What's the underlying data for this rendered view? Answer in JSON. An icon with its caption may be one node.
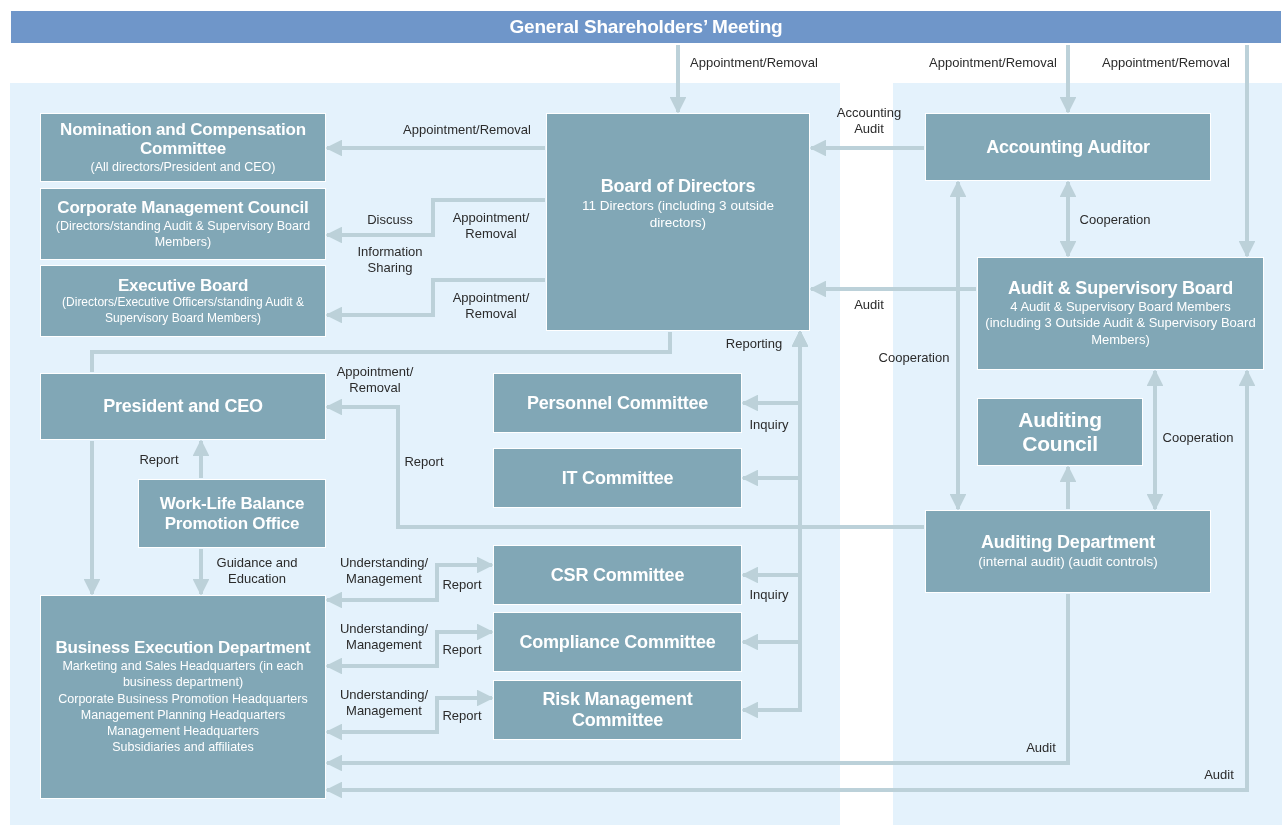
{
  "diagram": {
    "nodes": [
      {
        "text": [
          "General Shareholders’ Meeting"
        ]
      },
      {
        "text": [
          "Nomination and Compensation Committee",
          "(All directors/President and CEO)"
        ]
      },
      {
        "text": [
          "Corporate Management Council",
          "(Directors/standing Audit & Supervisory Board Members)"
        ]
      },
      {
        "text": [
          "Executive Board",
          "(Directors/Executive Officers/standing Audit & Supervisory Board Members)"
        ]
      },
      {
        "text": [
          "Board of Directors",
          "11 Directors (including 3 outside directors)"
        ]
      },
      {
        "text": [
          "Accounting Auditor"
        ]
      },
      {
        "text": [
          "Audit & Supervisory Board",
          "4 Audit & Supervisory Board Members (including 3 Outside Audit & Supervisory Board Members)"
        ]
      },
      {
        "text": [
          "President and CEO"
        ]
      },
      {
        "text": [
          "Personnel Committee"
        ]
      },
      {
        "text": [
          "IT Committee"
        ]
      },
      {
        "text": [
          "Auditing Council"
        ]
      },
      {
        "text": [
          "Work-Life Balance Promotion Office"
        ]
      },
      {
        "text": [
          "Auditing Department",
          "(internal audit) (audit controls)"
        ]
      },
      {
        "text": [
          "Business Execution Department",
          "Marketing and Sales Headquarters (in each business department)",
          "Corporate Business Promotion Headquarters",
          "Management Planning Headquarters",
          "Management Headquarters",
          "Subsidiaries and affiliates"
        ]
      },
      {
        "text": [
          "CSR Committee"
        ]
      },
      {
        "text": [
          "Compliance Committee"
        ]
      },
      {
        "text": [
          "Risk Management Committee"
        ]
      }
    ],
    "edges": [
      {
        "from": 0,
        "to": 4,
        "arrow": "to",
        "label": "Appointment/Removal"
      },
      {
        "from": 0,
        "to": 5,
        "arrow": "to",
        "label": "Appointment/Removal"
      },
      {
        "from": 0,
        "to": 6,
        "arrow": "to",
        "label": "Appointment/Removal"
      },
      {
        "from": 4,
        "to": 1,
        "arrow": "to",
        "label": "Appointment/Removal"
      },
      {
        "from": 4,
        "to": 2,
        "arrow": "to",
        "label": "Appointment/ Removal"
      },
      {
        "from": 4,
        "to": 3,
        "arrow": "to",
        "label": "Appointment/ Removal"
      },
      {
        "from": 5,
        "to": 4,
        "arrow": "to",
        "label": "Accounting Audit"
      },
      {
        "from": 6,
        "to": 4,
        "arrow": "to",
        "label": "Audit"
      },
      {
        "from": 5,
        "to": 6,
        "arrow": "both",
        "label": "Cooperation"
      },
      {
        "from": 5,
        "to": 12,
        "arrow": "both",
        "label": "Cooperation"
      },
      {
        "from": 12,
        "to": 10,
        "arrow": "to"
      },
      {
        "from": 6,
        "to": 12,
        "arrow": "both",
        "label": "Cooperation"
      },
      {
        "from": 4,
        "to": 7,
        "arrow": "none",
        "label": "Appointment/ Removal"
      },
      {
        "from": 12,
        "to": 7,
        "arrow": "to",
        "label": "Report"
      },
      {
        "from": 7,
        "to": 13,
        "arrow": "to"
      },
      {
        "from": 11,
        "to": 7,
        "arrow": "to",
        "label": "Report"
      },
      {
        "from": 11,
        "to": 13,
        "arrow": "to",
        "label": "Guidance and Education"
      },
      {
        "from": 4,
        "to": 8,
        "arrow": "both",
        "label": "Inquiry"
      },
      {
        "from": 4,
        "to": 9,
        "arrow": "both"
      },
      {
        "from": 4,
        "to": 14,
        "arrow": "both",
        "label": "Inquiry"
      },
      {
        "from": 4,
        "to": 15,
        "arrow": "both"
      },
      {
        "from": 4,
        "to": 16,
        "arrow": "both"
      },
      {
        "from": 13,
        "to": 14,
        "arrow": "both",
        "label": "Report"
      },
      {
        "from": 13,
        "to": 15,
        "arrow": "both",
        "label": "Report"
      },
      {
        "from": 13,
        "to": 16,
        "arrow": "both",
        "label": "Report"
      },
      {
        "from": 12,
        "to": 13,
        "arrow": "to",
        "label": "Audit"
      },
      {
        "from": 6,
        "to": 13,
        "arrow": "both",
        "label": "Audit"
      }
    ],
    "labels": [
      "Discuss",
      "Information Sharing",
      "Reporting",
      "Understanding/ Management",
      "Understanding/ Management",
      "Understanding/ Management"
    ]
  }
}
